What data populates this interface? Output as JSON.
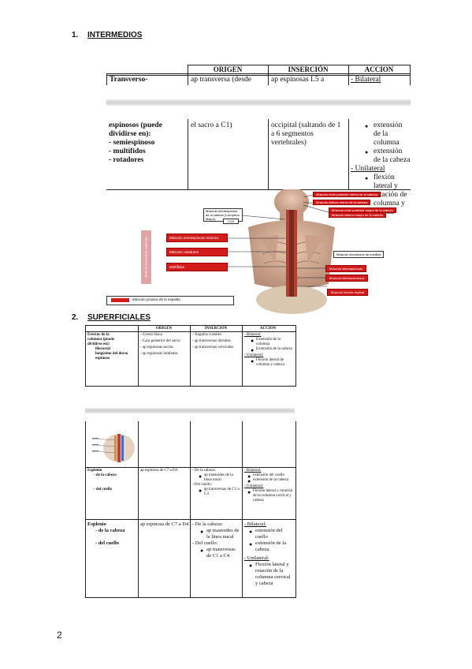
{
  "section1": {
    "num": "1.",
    "title": "INTERMEDIOS"
  },
  "table1_header": {
    "origen": "ORIGEN",
    "insercion": "INSERCIÓN",
    "accion": "ACCION"
  },
  "table1_row_top": {
    "musculo": "Transverso-",
    "origen": "ap transversa (desde",
    "insercion": "ap espinosas L5 a",
    "accion": "- Bilateral"
  },
  "table1_row_bottom": {
    "musculo": [
      "espinosos (puede",
      "dividirse en):",
      "- semiespinoso",
      "- multífidos",
      "- rotadores"
    ],
    "origen": "el sacro a C1)",
    "insercion": "occipital (saltando de 1 a 6 segmentos vertebrales)",
    "accion_bilateral": [
      "extensión de la columna",
      "extensión de la cabeza"
    ],
    "accion_unilateral_label": "- Unilateral",
    "accion_unilateral": [
      "flexión lateral y rotación de columna y cabeza"
    ]
  },
  "figure": {
    "labels_right": [
      "Músculo recto posterior menor de la cabeza",
      "Músculo oblicuo menor de la cabeza",
      "Músculo recto posterior mayor de la cabeza",
      "Músculo oblicuo mayor de la cabeza"
    ],
    "label_semiespinoso_cabeza": "Músculo semiespinoso de la cabeza (Complexo Mayor)",
    "label_cvii": "CVII",
    "label_semiespinoso_toracico": "Músculo semiespinoso torácico",
    "label_rotadores": "Músculo rotadores",
    "label_multifidus": "Multífidus",
    "label_elevadores": "Músculo elevadores de costillas",
    "label_interespinosos": "Músculo interespinosos",
    "label_intertransversos": "Músculo intertransversos",
    "label_erector": "Músculo erector espinal",
    "label_vertical": "Músculo transverso espinoso",
    "label_propios": "Músculo propios de la espalda"
  },
  "section2": {
    "num": "2.",
    "title": "SUPERFICIALES"
  },
  "table2_header": {
    "origen": "ORIGEN",
    "insercion": "INSERCIÓN",
    "accion": "ACCIÓN"
  },
  "table2_row": {
    "musculo": [
      "Erector de la",
      "columna (puede",
      "dividirse en):"
    ],
    "sub": [
      "iliocostal",
      "longísimo del dorso",
      "espinoso"
    ],
    "origen": [
      "- Cresta ilíaca",
      "- Cara posterior del sacro",
      "- ap espinosas sacras",
      "- ap espinosas lumbares"
    ],
    "insercion": [
      "- Ángulos costales",
      "- ap transversas dorsales",
      "- ap transversas cervicales"
    ],
    "accion_bilateral_label": "- Bilateral:",
    "accion_bilateral": [
      "Extensión de la columna",
      "Extensión de la cabeza"
    ],
    "accion_unilateral_label": "- Unilateral:",
    "accion_unilateral": [
      "Flexión lateral de columna y cabeza"
    ]
  },
  "table3_row": {
    "musculo": "Esplenio",
    "sub1": "- de la cabeza",
    "sub2": "- del cuello",
    "origen": "ap espinosa de C7 a D4",
    "insercion_cabeza": "- De la cabeza:",
    "insercion_cabeza_items": [
      "ap mastoides de la línea nucal"
    ],
    "insercion_cuello": "- Del cuello:",
    "insercion_cuello_items": [
      "ap transversas de C1 a C4"
    ],
    "accion_bilateral_label": "- Bilateral:",
    "accion_bilateral": [
      "extensión del cuello",
      "extensión de la cabeza"
    ],
    "accion_unilateral_label": "- Unilateral:",
    "accion_unilateral": [
      "Flexión lateral y rotación de la columna cervical y cabeza"
    ]
  },
  "table4_row": {
    "musculo": "Esplenio",
    "sub1": "- de la cabeza",
    "sub2": "- del cuello",
    "origen": "ap espinosa de C7 a D4",
    "insercion_cabeza": "- De la cabeza:",
    "insercion_cabeza_items": [
      "ap mastoides de la línea nucal"
    ],
    "insercion_cuello": "- Del cuello:",
    "insercion_cuello_items": [
      "ap transversas de C1 a C4"
    ],
    "accion_bilateral_label": "- Bilateral:",
    "accion_bilateral": [
      "extensión del cuello",
      "extensión de la cabeza"
    ],
    "accion_unilateral_label": "- Unilateral:",
    "accion_unilateral": [
      "Flexión lateral y rotación de la columna cervical y cabeza"
    ]
  },
  "page_number": "2"
}
